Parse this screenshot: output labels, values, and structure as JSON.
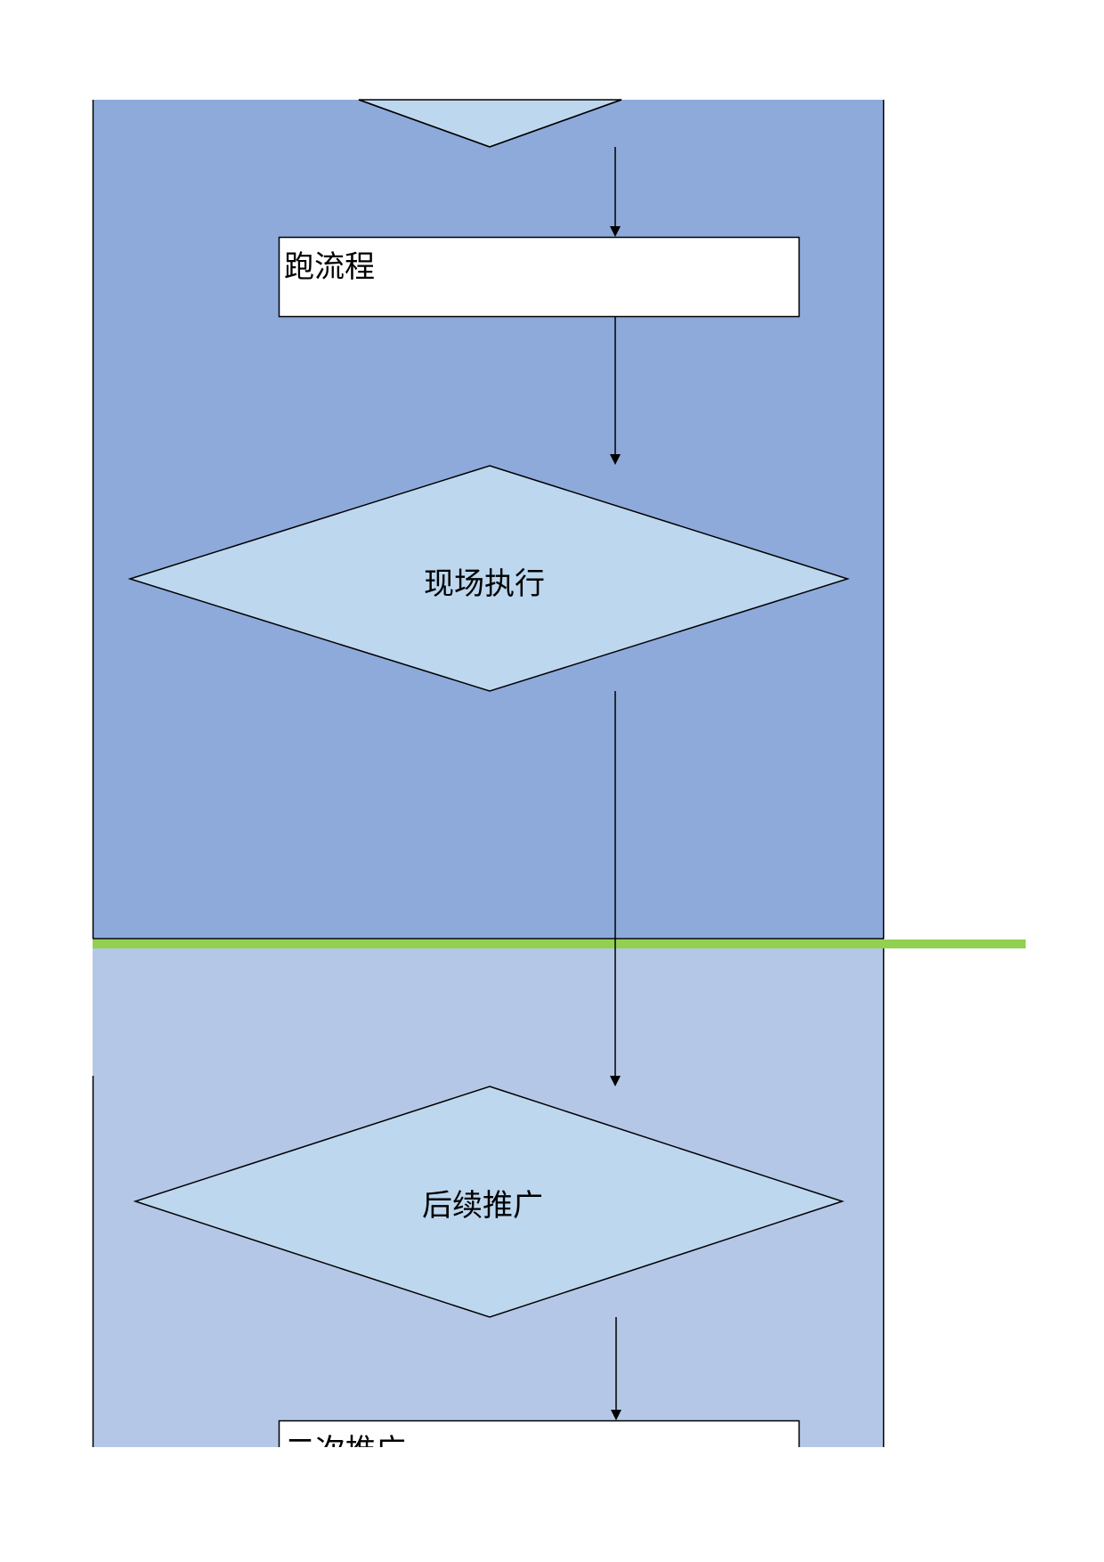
{
  "colors": {
    "lane_top": "#8eaadb",
    "lane_bottom": "#b4c7e7",
    "decision_fill": "#bdd7ee",
    "divider": "#92d050",
    "process_fill": "#ffffff"
  },
  "nodes": {
    "process_1": "跑流程",
    "decision_1": "现场执行",
    "decision_2": "后续推广",
    "process_2": "二次推广"
  }
}
